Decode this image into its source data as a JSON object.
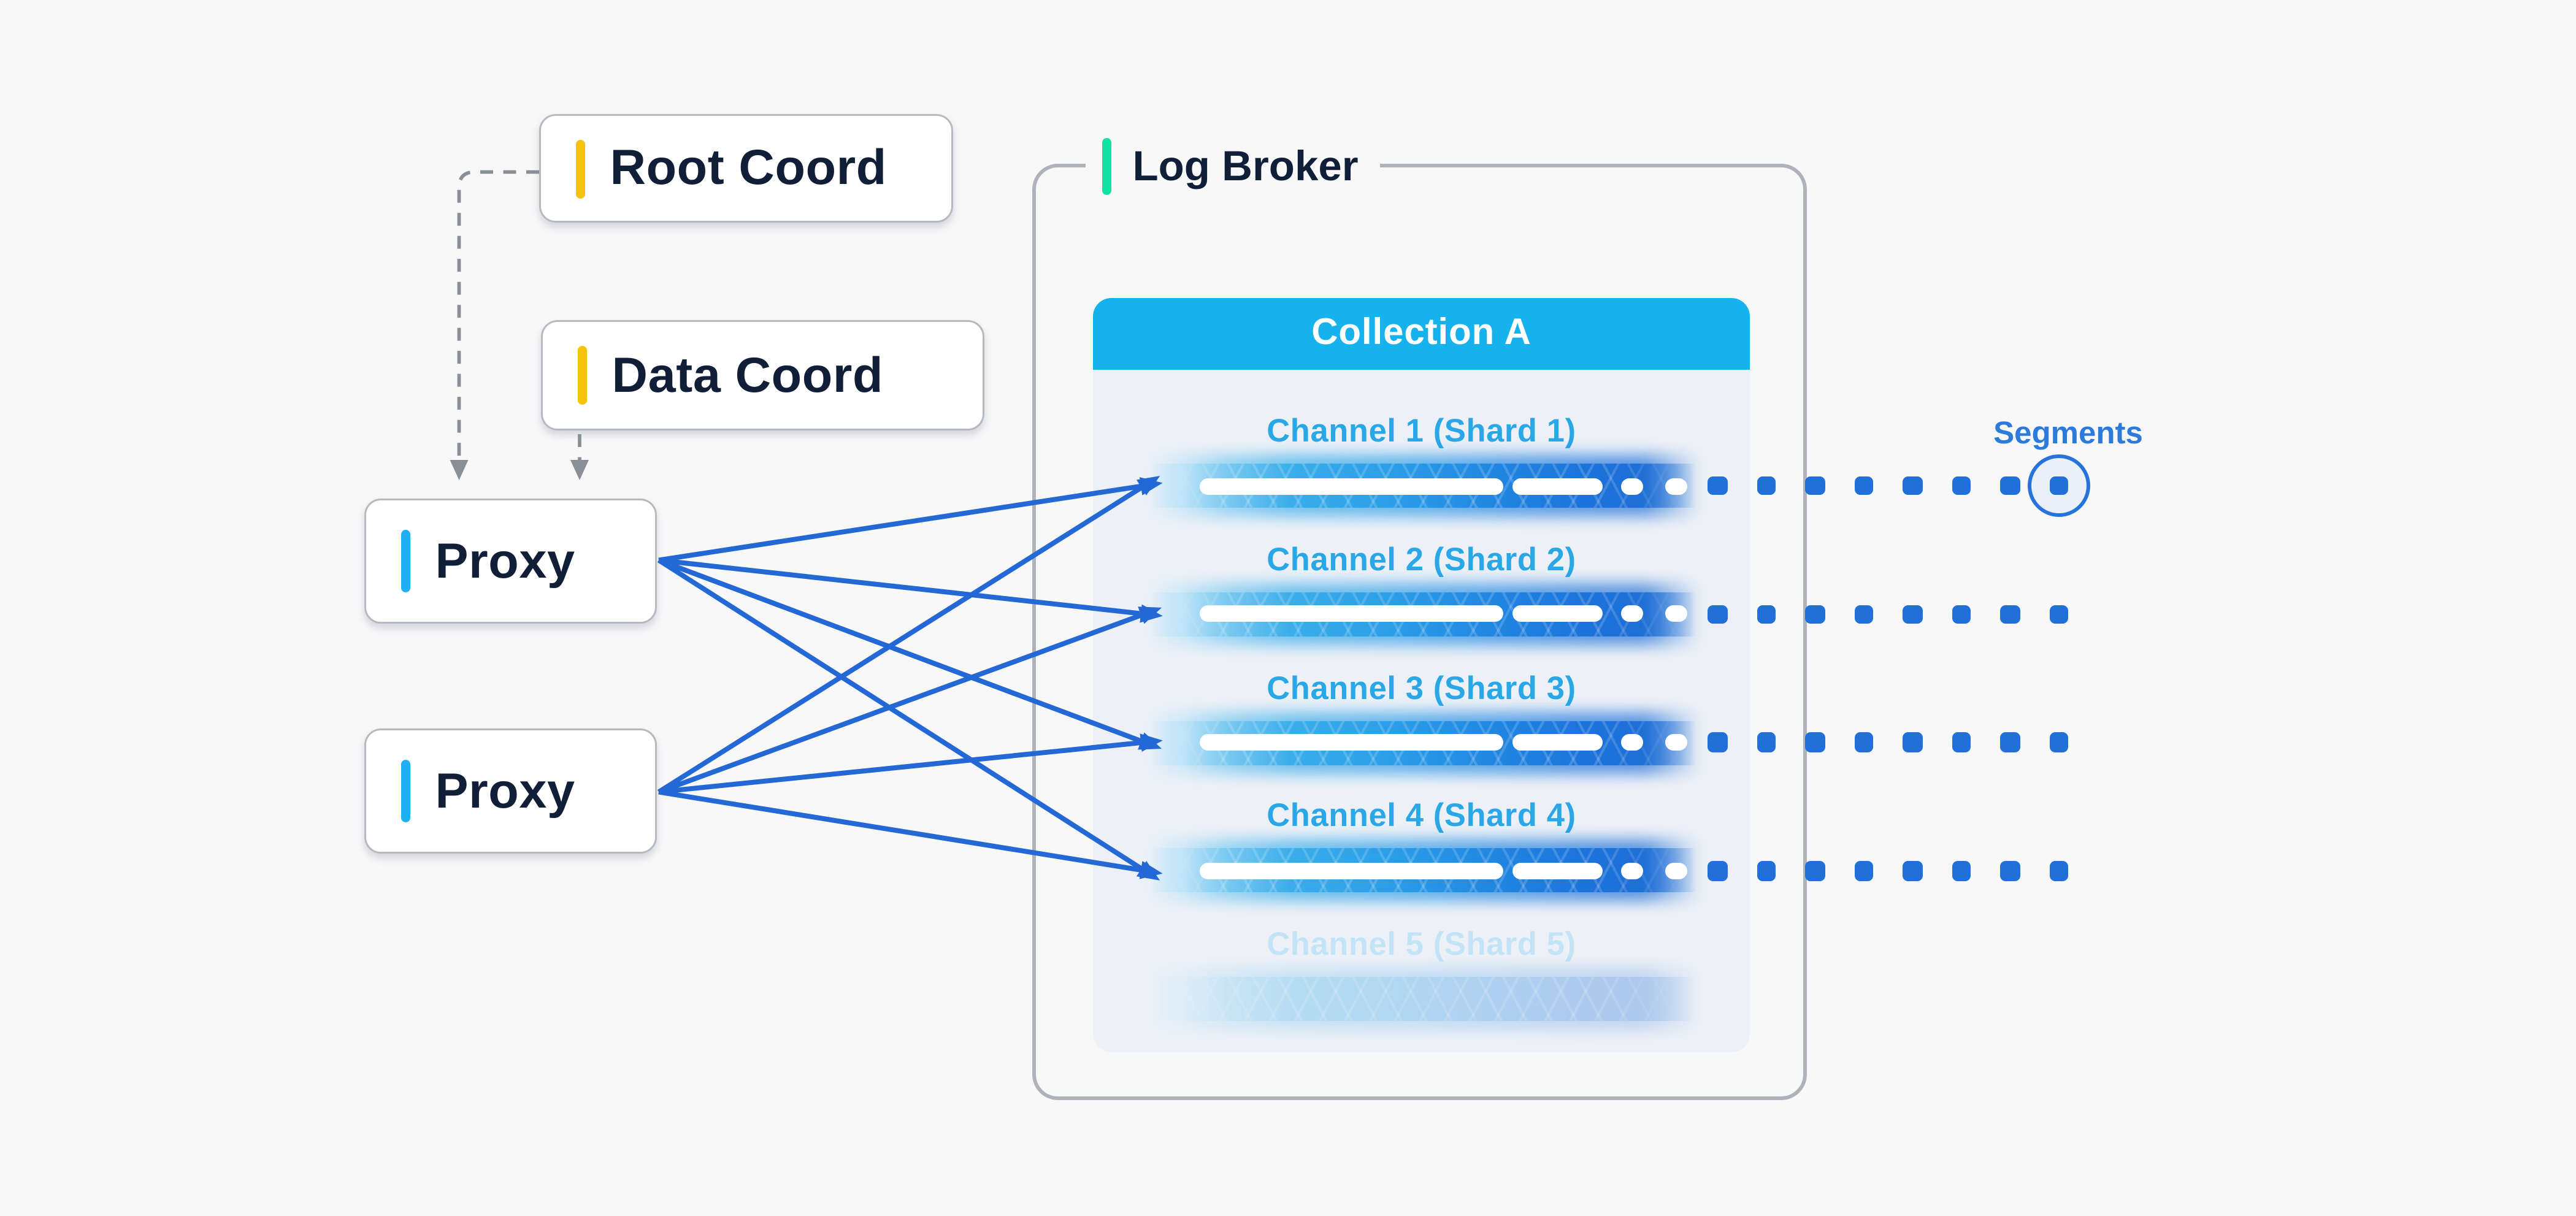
{
  "diagram": {
    "background": "#f8f8f9",
    "nodes": {
      "root_coord": {
        "label": "Root Coord",
        "accent_color": "#f5c20e"
      },
      "data_coord": {
        "label": "Data Coord",
        "accent_color": "#f5c20e"
      },
      "proxy_1": {
        "label": "Proxy",
        "accent_color": "#1faff2"
      },
      "proxy_2": {
        "label": "Proxy",
        "accent_color": "#1faff2"
      }
    },
    "log_broker": {
      "title": "Log Broker",
      "accent_color": "#10e3a2",
      "collection": {
        "title": "Collection A",
        "header_color": "#16b2ee",
        "channels": [
          {
            "label": "Channel 1 (Shard 1)",
            "active": true,
            "segments": 8,
            "circled_segment": 8
          },
          {
            "label": "Channel 2 (Shard 2)",
            "active": true,
            "segments": 8,
            "circled_segment": null
          },
          {
            "label": "Channel 3 (Shard 3)",
            "active": true,
            "segments": 8,
            "circled_segment": null
          },
          {
            "label": "Channel 4 (Shard 4)",
            "active": true,
            "segments": 8,
            "circled_segment": null
          },
          {
            "label": "Channel 5 (Shard 5)",
            "active": false,
            "segments": 0,
            "circled_segment": null
          }
        ]
      }
    },
    "segments_annotation": {
      "label": "Segments",
      "color": "#2c7adb"
    },
    "connections": {
      "dashed": [
        {
          "from": "root_coord",
          "to": "proxy_1"
        },
        {
          "from": "data_coord",
          "to": "proxy_1"
        }
      ],
      "proxy_to_channels": [
        {
          "from": "proxy_1",
          "to_channels": [
            1,
            2,
            3,
            4
          ]
        },
        {
          "from": "proxy_2",
          "to_channels": [
            1,
            2,
            3,
            4
          ]
        }
      ]
    },
    "colors": {
      "segment_square": "#2170d8",
      "arrow_blue": "#2368d4",
      "arrow_gray": "#8a8e98",
      "channel_label": "#2aa7e7",
      "faded_channel_label": "#c3e4f7",
      "text_navy": "#111e38",
      "card_bg": "#edf1f7"
    }
  }
}
